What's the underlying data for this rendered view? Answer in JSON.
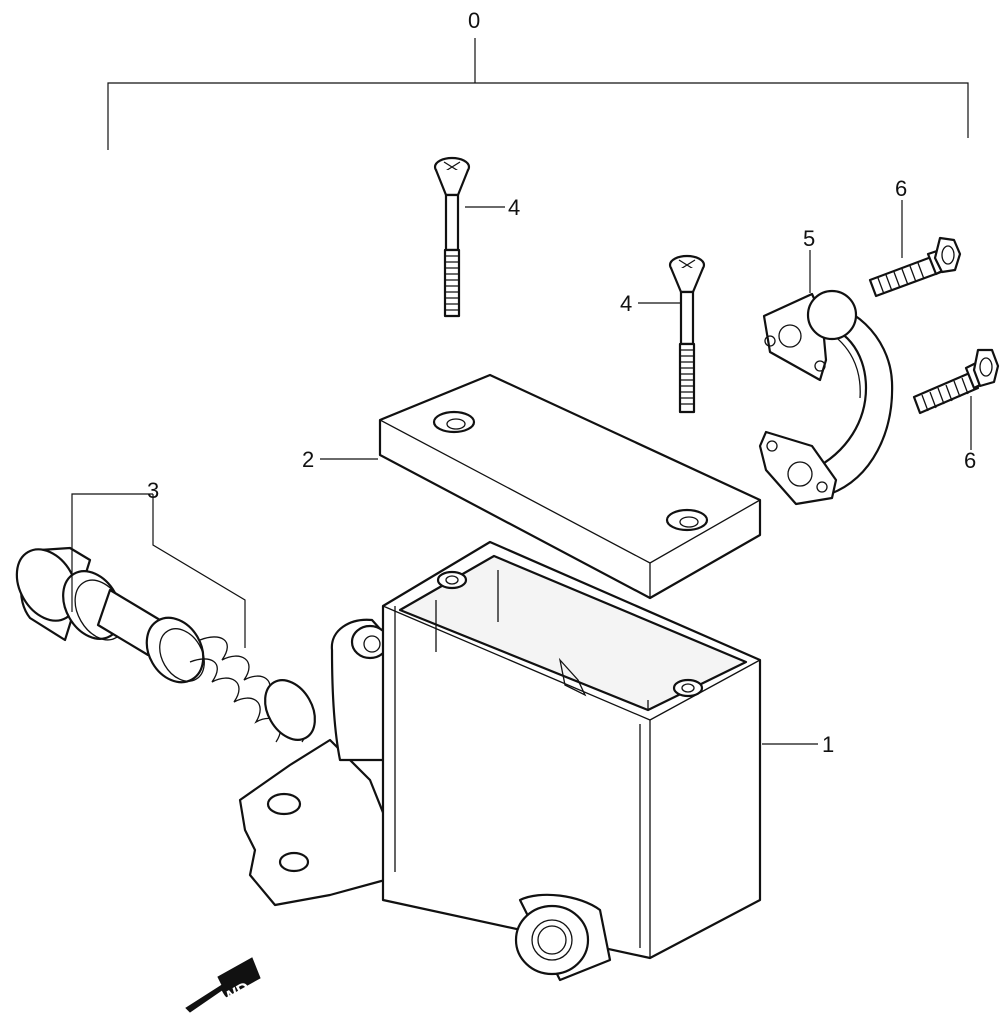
{
  "callouts": {
    "assembly": "0",
    "body": "1",
    "cap": "2",
    "piston": "3",
    "screw_upper": "4",
    "screw_lower": "4",
    "clamp": "5",
    "bolt_upper": "6",
    "bolt_lower": "6"
  },
  "direction": {
    "label": "FWD",
    "icon": "arrow-forward-icon"
  }
}
